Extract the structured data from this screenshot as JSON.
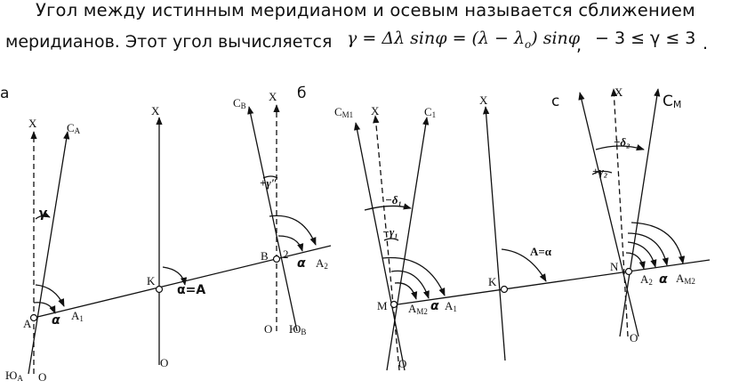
{
  "text": {
    "line1": "Угол между истинным меридианом и осевым называется сближением",
    "line2": "меридианов. Этот угол вычисляется",
    "formula": "γ = Δλ sinφ = (λ − λ",
    "formula_sub": "o",
    "formula_end": ") sinφ",
    "comma": ",",
    "range": "− 3 ≤ γ ≤ 3",
    "dot": "."
  },
  "panels": {
    "a": {
      "letter": "а",
      "x": "X",
      "c": "C",
      "c_sub": "A",
      "gamma": "γ",
      "alpha": "α",
      "a": "A",
      "a_sub": "1",
      "point": "A",
      "yu": "Ю",
      "yu_sub": "A",
      "o": "O"
    },
    "middle_a": {
      "x": "X",
      "k": "K",
      "alpha_eq": "α=A",
      "o": "O"
    },
    "b": {
      "letter": "б",
      "c": "C",
      "c_sub": "B",
      "x": "X",
      "gamma": "+γ″",
      "point": "B",
      "two": "2",
      "alpha": "α",
      "a": "A",
      "a_sub": "2",
      "o": "O",
      "yu": "Ю",
      "yu_sub": "B"
    },
    "c_left": {
      "cm": "C",
      "cm_sub": "M1",
      "x": "X",
      "c1": "C",
      "c1_sub": "1",
      "delta": "−δ₁",
      "gamma": "−γ₁",
      "point": "M",
      "am": "A",
      "am_sub": "M2",
      "alpha": "α",
      "a1": "A",
      "a1_sub": "1",
      "o": "O"
    },
    "c_middle": {
      "x": "X",
      "alpha_eq": "A=α",
      "k": "K"
    },
    "c": {
      "letter": "с",
      "x": "X",
      "cm": "C",
      "cm_sub": "M",
      "delta": "+δ₂",
      "gamma": "+γ₂",
      "point": "N",
      "a2": "A",
      "a2_sub": "2",
      "alpha": "α",
      "am": "A",
      "am_sub": "M2",
      "o": "O"
    }
  }
}
